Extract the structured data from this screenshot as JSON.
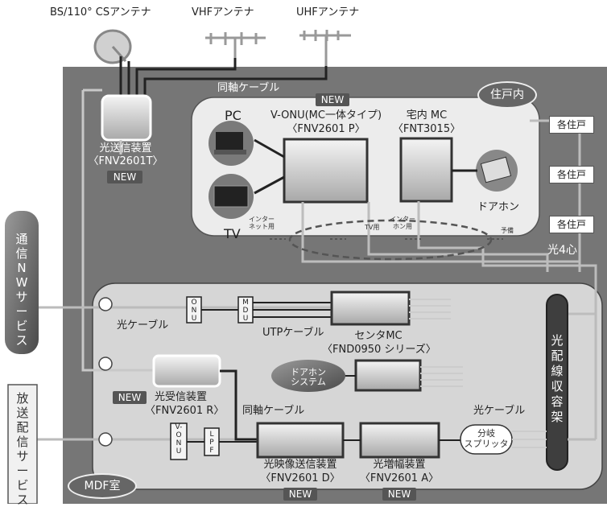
{
  "colors": {
    "outer_box": "#767676",
    "residence": "#ececec",
    "mdf_room": "#d6d6d6",
    "badge": "#555555",
    "cable": "#333333",
    "fiber": "#bdbdbd"
  },
  "antennas": {
    "bs_cs": "BS/110° CSアンテナ",
    "vhf": "VHFアンテナ",
    "uhf": "UHFアンテナ"
  },
  "labels": {
    "coax_top": "同軸ケーブル",
    "residence": "住戸内",
    "pc": "PC",
    "tv": "TV",
    "onu_name": "V-ONU(MC一体タイプ)",
    "onu_model": "〈FNV2601 P〉",
    "home_mc_name": "宅内 MC",
    "home_mc_model": "〈FNT3015〉",
    "doorphone": "ドアホン",
    "each_unit": [
      "各住戸",
      "各住戸",
      "各住戸"
    ],
    "internet_use_1": "インター",
    "internet_use_2": "ネット用",
    "tv_use": "TV用",
    "interphone_use_1": "インター",
    "interphone_use_2": "ホン用",
    "spare": "予備",
    "fiber4": "光4心",
    "tx_name": "光送信装置",
    "tx_model": "〈FNV2601T〉",
    "comm_service": "通信NWサービス",
    "broadcast_service": "放送配信サービス",
    "fiber_cable_left": "光ケーブル",
    "onu_box": "ONU",
    "mdu_box": "MDU",
    "utp": "UTPケーブル",
    "center_mc_name": "センタMC",
    "center_mc_model": "〈FND0950 シリーズ〉",
    "doorphone_system_1": "ドアホン",
    "doorphone_system_2": "システム",
    "rx_name": "光受信装置",
    "rx_model": "〈FNV2601 R〉",
    "coax_bottom": "同軸ケーブル",
    "fiber_cable_right": "光ケーブル",
    "splitter_1": "分岐",
    "splitter_2": "スプリッタ",
    "patch_panel": "光配線収容架",
    "vonu_box": "V-ONU",
    "lpf_box": "LPF",
    "video_tx_name": "光映像送信装置",
    "video_tx_model": "〈FNV2601 D〉",
    "amp_name": "光増幅装置",
    "amp_model": "〈FNV2601 A〉",
    "mdf_room": "MDF室"
  },
  "badges": {
    "new": "NEW"
  }
}
